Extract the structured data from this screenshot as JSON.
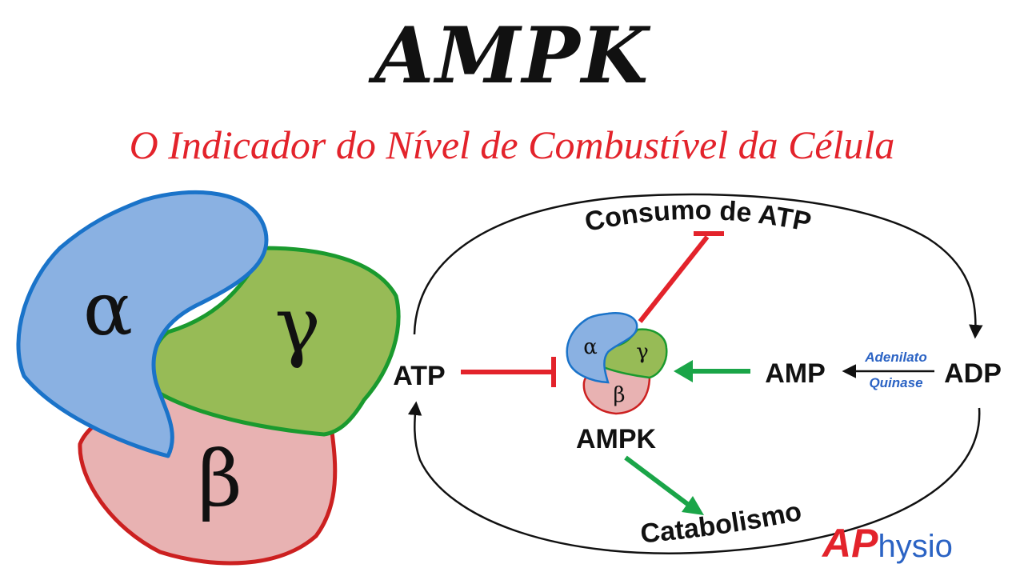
{
  "title": "AMPK",
  "subtitle": "O Indicador do Nível de Combustível da Célula",
  "subunits": {
    "alpha": "α",
    "gamma": "γ",
    "beta": "β"
  },
  "labels": {
    "atp": "ATP",
    "adp": "ADP",
    "amp": "AMP",
    "ampk": "AMPK",
    "consumo": "Consumo de ATP",
    "catabolismo": "Catabolismo",
    "enzyme_line1": "Adenilato",
    "enzyme_line2": "Quinase"
  },
  "logo": {
    "part1": "AP",
    "part2": "hysio"
  },
  "colors": {
    "alpha_fill": "#8ab1e2",
    "alpha_stroke": "#1a73c9",
    "gamma_fill": "#97bb56",
    "gamma_stroke": "#1a9a2e",
    "beta_fill": "#e8b2b2",
    "beta_stroke": "#cc2020",
    "inhibit": "#e3232b",
    "activate": "#1aa548",
    "enzyme_text": "#2b63c4"
  }
}
